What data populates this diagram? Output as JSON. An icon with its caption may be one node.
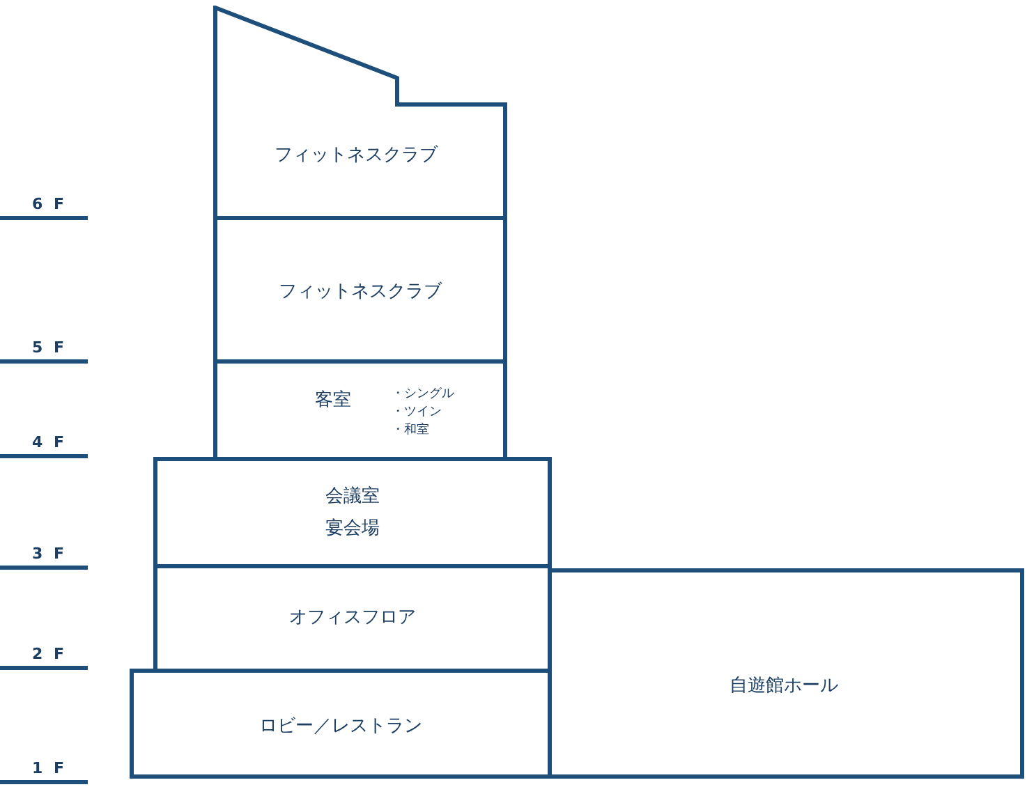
{
  "diagram": {
    "nodes": [
      {
        "text": [
          "フィットネスクラブ"
        ]
      },
      {
        "text": [
          "フィットネスクラブ"
        ]
      },
      {
        "text": [
          "客室",
          "・シングル",
          "・ツイン",
          "・和室"
        ]
      },
      {
        "text": [
          "会議室",
          "宴会場"
        ]
      },
      {
        "text": [
          "オフィスフロア"
        ]
      },
      {
        "text": [
          "ロビー／レストラン"
        ]
      },
      {
        "text": [
          "自遊館ホール"
        ]
      }
    ],
    "labels": [
      "6 F",
      "5 F",
      "4 F",
      "3 F",
      "2 F",
      "1 F"
    ]
  }
}
